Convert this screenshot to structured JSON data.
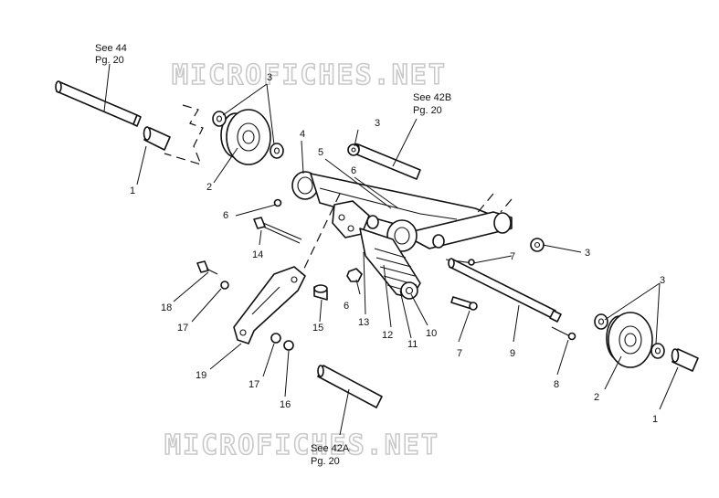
{
  "watermark": "MICROFICHES.NET",
  "references": {
    "see44": {
      "line1": "See 44",
      "line2": "Pg. 20"
    },
    "see42b": {
      "line1": "See 42B",
      "line2": "Pg. 20"
    },
    "see42a": {
      "line1": "See 42A",
      "line2": "Pg. 20"
    }
  },
  "callouts": {
    "c1a": "1",
    "c1b": "1",
    "c2a": "2",
    "c2b": "2",
    "c3a": "3",
    "c3b": "3",
    "c3c": "3",
    "c3d": "3",
    "c4": "4",
    "c5": "5",
    "c6a": "6",
    "c6b": "6",
    "c6c": "6",
    "c7a": "7",
    "c7b": "7",
    "c8": "8",
    "c9": "9",
    "c10": "10",
    "c11": "11",
    "c12": "12",
    "c13": "13",
    "c14": "14",
    "c15": "15",
    "c16": "16",
    "c17a": "17",
    "c17b": "17",
    "c18": "18",
    "c19": "19"
  }
}
